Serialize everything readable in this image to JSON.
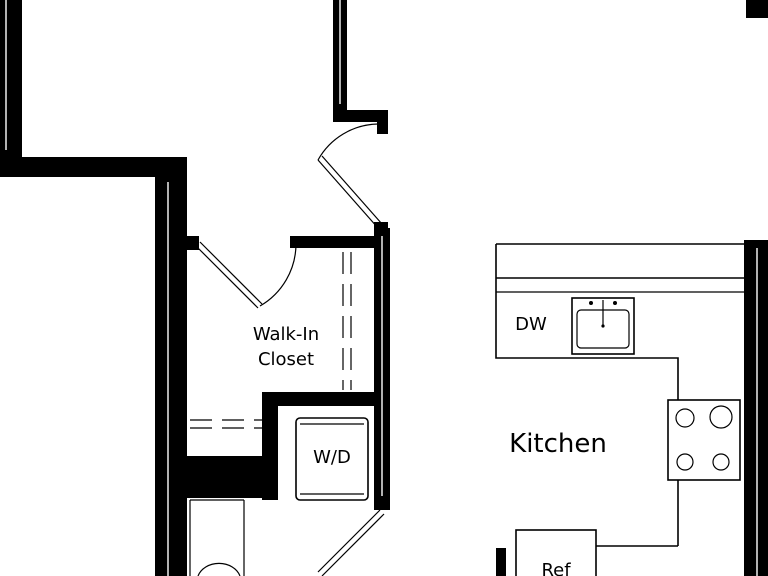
{
  "labels": {
    "walk_in_line1": "Walk-In",
    "walk_in_line2": "Closet",
    "washer_dryer": "W/D",
    "dishwasher": "DW",
    "kitchen": "Kitchen",
    "refrigerator": "Ref"
  },
  "colors": {
    "wall": "#000000",
    "background": "#ffffff"
  }
}
